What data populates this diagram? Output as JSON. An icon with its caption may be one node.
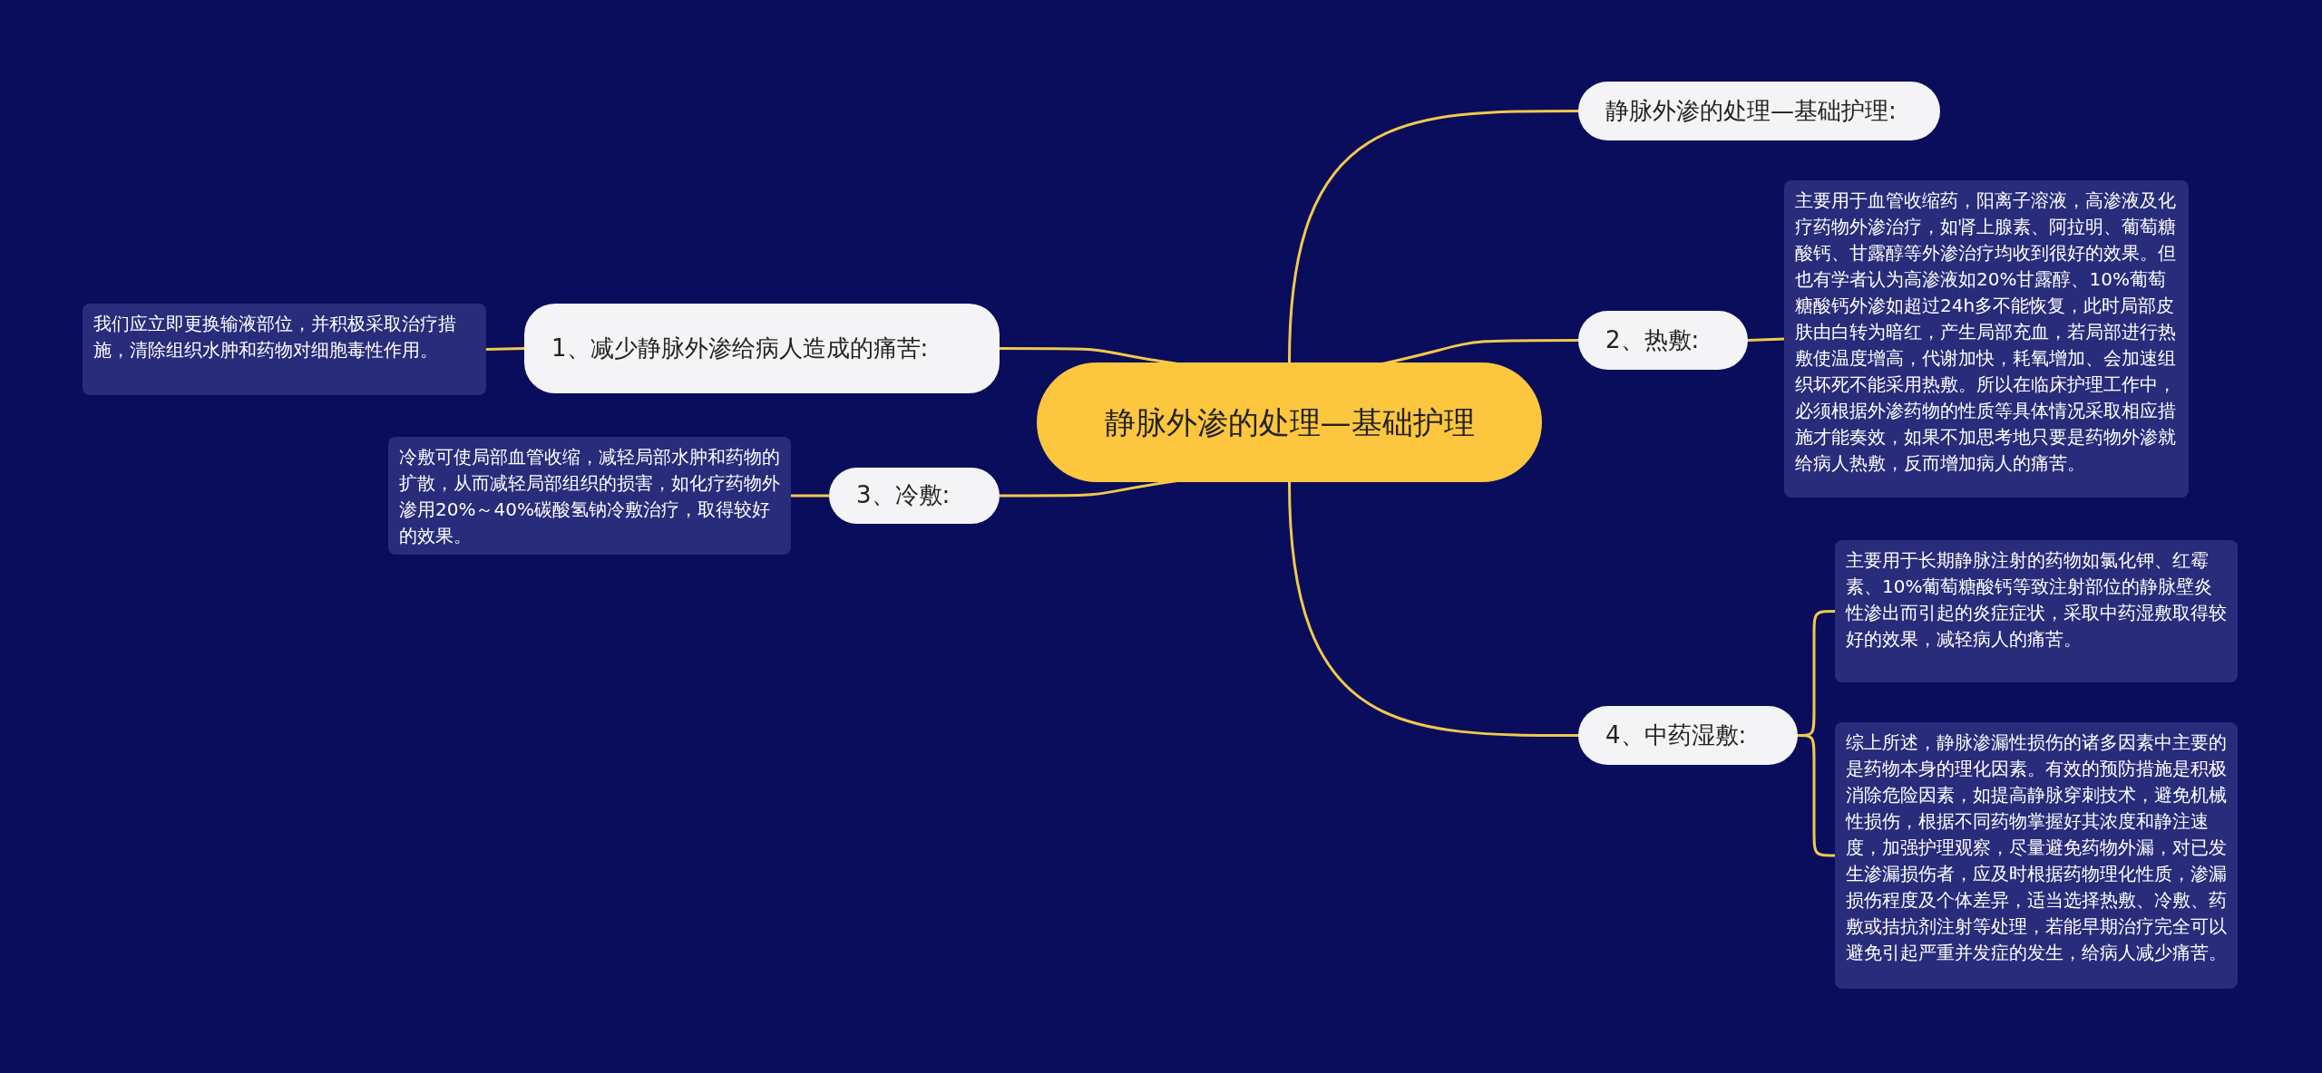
{
  "diagram": {
    "nodes": [
      {
        "text": [
          "静脉外渗的处理—基础护理"
        ]
      },
      {
        "text": [
          "静脉外渗的处理—基础护理:"
        ]
      },
      {
        "text": [
          "1、减少静脉外渗给病人造成的痛苦:"
        ]
      },
      {
        "text": [
          "我们应立即更换输液部位，并积极采取治疗措施，清除组织水肿和药物对细胞毒性作用。"
        ]
      },
      {
        "text": [
          "2、热敷:"
        ]
      },
      {
        "text": [
          "主要用于血管收缩药，阳离子溶液，高渗液及化疗药物外渗治疗，如肾上腺素、阿拉明、葡萄糖酸钙、甘露醇等外渗治疗均收到很好的效果。但也有学者认为高渗液如20%甘露醇、10%葡萄糖酸钙外渗如超过24h多不能恢复，此时局部皮肤由白转为暗红，产生局部充血，若局部进行热敷使温度增高，代谢加快，耗氧增加、会加速组织坏死不能采用热敷。所以在临床护理工作中，必须根据外渗药物的性质等具体情况采取相应措施才能奏效，如果不加思考地只要是药物外渗就给病人热敷，反而增加病人的痛苦。"
        ]
      },
      {
        "text": [
          "3、冷敷:"
        ]
      },
      {
        "text": [
          "冷敷可使局部血管收缩，减轻局部水肿和药物的扩散，从而减轻局部组织的损害，如化疗药物外渗用20%～40%碳酸氢钠冷敷治疗，取得较好的效果。"
        ]
      },
      {
        "text": [
          "4、中药湿敷:"
        ]
      },
      {
        "text": [
          "主要用于长期静脉注射的药物如氯化钾、红霉素、10%葡萄糖酸钙等致注射部位的静脉壁炎性渗出而引起的炎症症状，采取中药湿敷取得较好的效果，减轻病人的痛苦。"
        ]
      },
      {
        "text": [
          "综上所述，静脉渗漏性损伤的诸多因素中主要的是药物本身的理化因素。有效的预防措施是积极消除危险因素，如提高静脉穿刺技术，避免机械性损伤，根据不同药物掌握好其浓度和静注速度，加强护理观察，尽量避免药物外漏，对已发生渗漏损伤者，应及时根据药物理化性质，渗漏损伤程度及个体差异，适当选择热敷、冷敷、药敷或拮抗剂注射等处理，若能早期治疗完全可以避免引起严重并发症的发生，给病人减少痛苦。"
        ]
      }
    ],
    "edges": [
      {
        "from": 0,
        "to": 1,
        "arrow": "none"
      },
      {
        "from": 0,
        "to": 2,
        "arrow": "none"
      },
      {
        "from": 2,
        "to": 3,
        "arrow": "none"
      },
      {
        "from": 0,
        "to": 4,
        "arrow": "none"
      },
      {
        "from": 4,
        "to": 5,
        "arrow": "none"
      },
      {
        "from": 0,
        "to": 6,
        "arrow": "none"
      },
      {
        "from": 6,
        "to": 7,
        "arrow": "none"
      },
      {
        "from": 0,
        "to": 8,
        "arrow": "none"
      },
      {
        "from": 8,
        "to": 9,
        "arrow": "none"
      },
      {
        "from": 8,
        "to": 10,
        "arrow": "none"
      }
    ]
  }
}
